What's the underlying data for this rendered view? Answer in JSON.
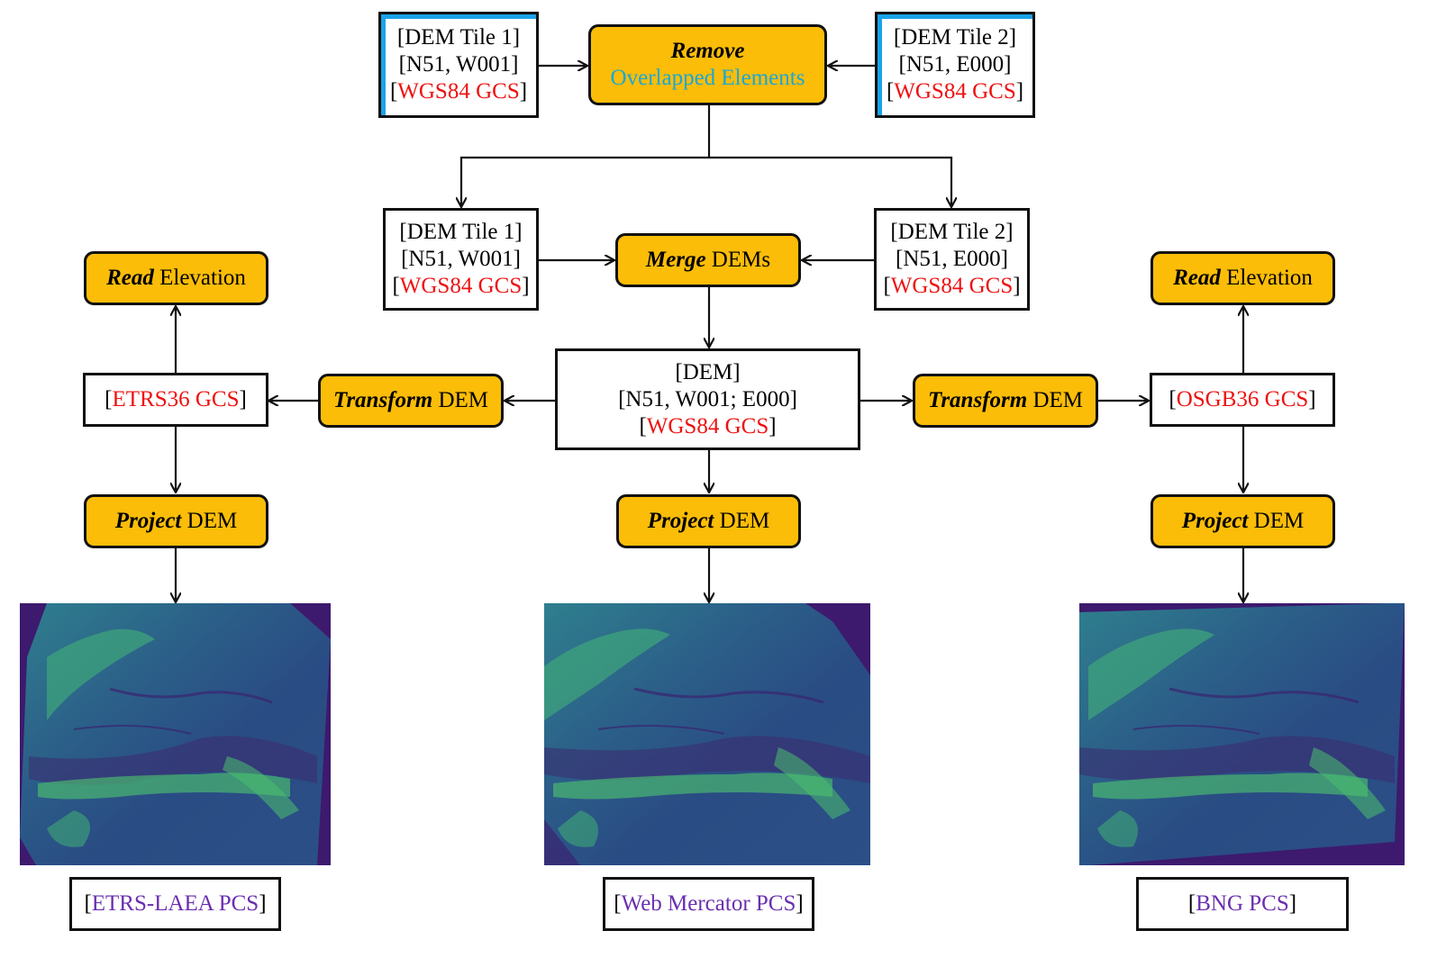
{
  "colors": {
    "process_fill": "#fbbd08",
    "gcs_text": "#ee1111",
    "pcs_text": "#6a2fb0",
    "highlight_text": "#19a7d9",
    "dem_dark": "#3d1a6e",
    "dem_mid": "#2c6f8e",
    "dem_high": "#4ec36b"
  },
  "top": {
    "tile1": {
      "l1": "[DEM Tile 1]",
      "l2": "[N51, W001]",
      "gcs": "WGS84 GCS"
    },
    "tile2": {
      "l1": "[DEM Tile 2]",
      "l2": "[N51, E000]",
      "gcs": "WGS84 GCS"
    },
    "remove": {
      "verb": "Remove",
      "rest": "Overlapped Elements"
    }
  },
  "middle": {
    "tile1": {
      "l1": "[DEM Tile 1]",
      "l2": "[N51, W001]",
      "gcs": "WGS84 GCS"
    },
    "tile2": {
      "l1": "[DEM Tile 2]",
      "l2": "[N51, E000]",
      "gcs": "WGS84 GCS"
    },
    "merge": {
      "verb": "Merge",
      "rest": " DEMs"
    }
  },
  "center": {
    "l1": "[DEM]",
    "l2": "[N51, W001; E000]",
    "gcs": "WGS84 GCS"
  },
  "left": {
    "read": {
      "verb": "Read",
      "rest": " Elevation"
    },
    "gcs": "ETRS36 GCS",
    "transform": {
      "verb": "Transform",
      "rest": " DEM"
    },
    "project": {
      "verb": "Project",
      "rest": " DEM"
    },
    "pcs": "ETRS-LAEA PCS"
  },
  "mid_col": {
    "project": {
      "verb": "Project",
      "rest": " DEM"
    },
    "pcs": "Web Mercator PCS"
  },
  "right": {
    "read": {
      "verb": "Read",
      "rest": " Elevation"
    },
    "gcs": "OSGB36 GCS",
    "transform": {
      "verb": "Transform",
      "rest": " DEM"
    },
    "project": {
      "verb": "Project",
      "rest": " DEM"
    },
    "pcs": "BNG PCS"
  },
  "brackets": {
    "open": "[",
    "close": "]"
  }
}
